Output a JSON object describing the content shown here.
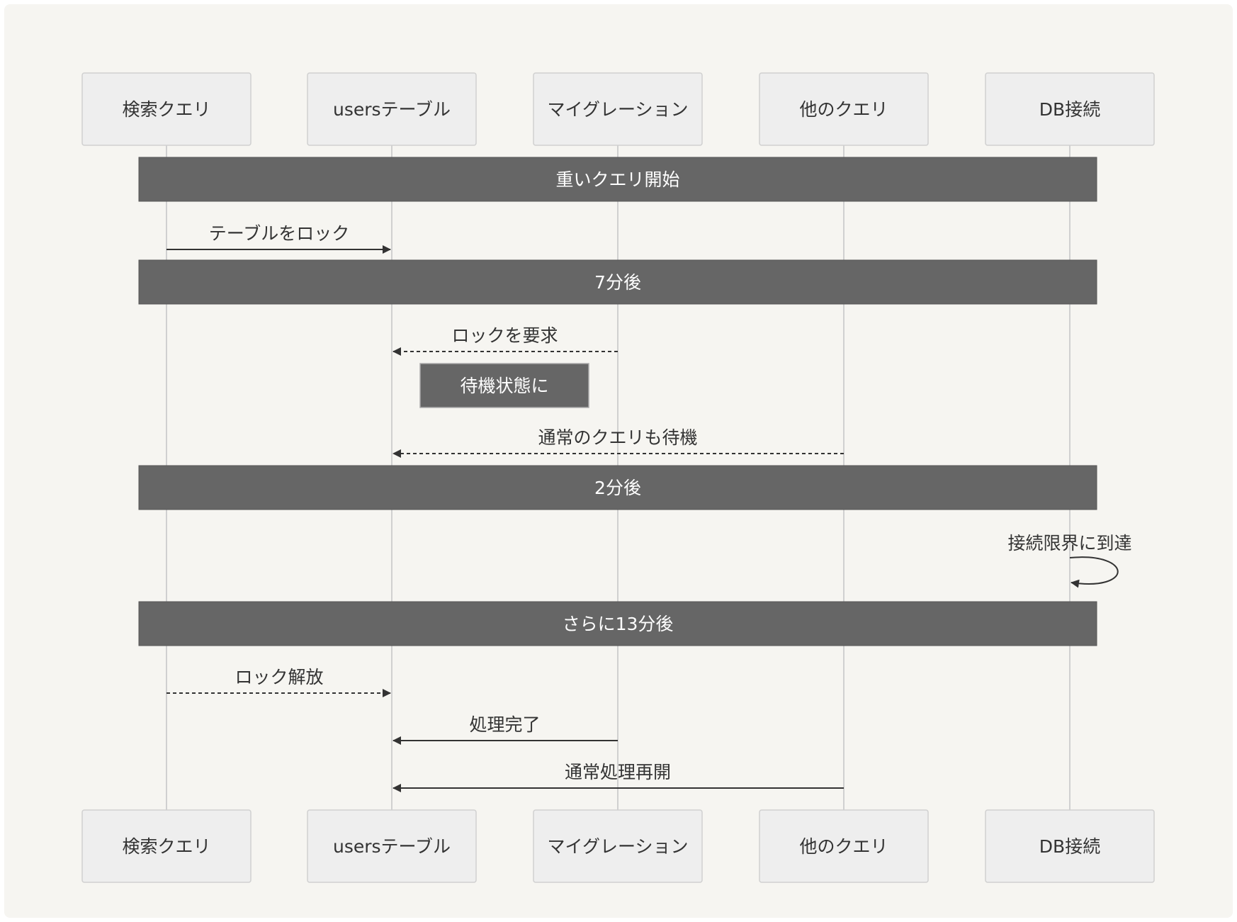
{
  "participants": [
    "検索クエリ",
    "usersテーブル",
    "マイグレーション",
    "他のクエリ",
    "DB接続"
  ],
  "steps": [
    {
      "kind": "divider",
      "label": "重いクエリ開始"
    },
    {
      "kind": "message",
      "from": 0,
      "to": 1,
      "style": "solid",
      "label": "テーブルをロック"
    },
    {
      "kind": "divider",
      "label": "7分後"
    },
    {
      "kind": "message",
      "from": 2,
      "to": 1,
      "style": "dashed",
      "label": "ロックを要求"
    },
    {
      "kind": "note",
      "over": 1,
      "label": "待機状態に"
    },
    {
      "kind": "message",
      "from": 3,
      "to": 1,
      "style": "dashed",
      "label": "通常のクエリも待機"
    },
    {
      "kind": "divider",
      "label": "2分後"
    },
    {
      "kind": "self",
      "on": 4,
      "label": "接続限界に到達"
    },
    {
      "kind": "divider",
      "label": "さらに13分後"
    },
    {
      "kind": "message",
      "from": 0,
      "to": 1,
      "style": "dashed",
      "label": "ロック解放"
    },
    {
      "kind": "message",
      "from": 2,
      "to": 1,
      "style": "solid",
      "label": "処理完了"
    },
    {
      "kind": "message",
      "from": 3,
      "to": 1,
      "style": "solid",
      "label": "通常処理再開"
    }
  ],
  "colors": {
    "background": "#f6f5f1",
    "participant_fill": "#eeeeee",
    "participant_border": "#d0d0d0",
    "lifeline": "#d0d0d0",
    "divider_fill": "#666666",
    "note_fill": "#666666",
    "arrow": "#333333",
    "text": "#333333",
    "text_inverse": "#ffffff"
  }
}
